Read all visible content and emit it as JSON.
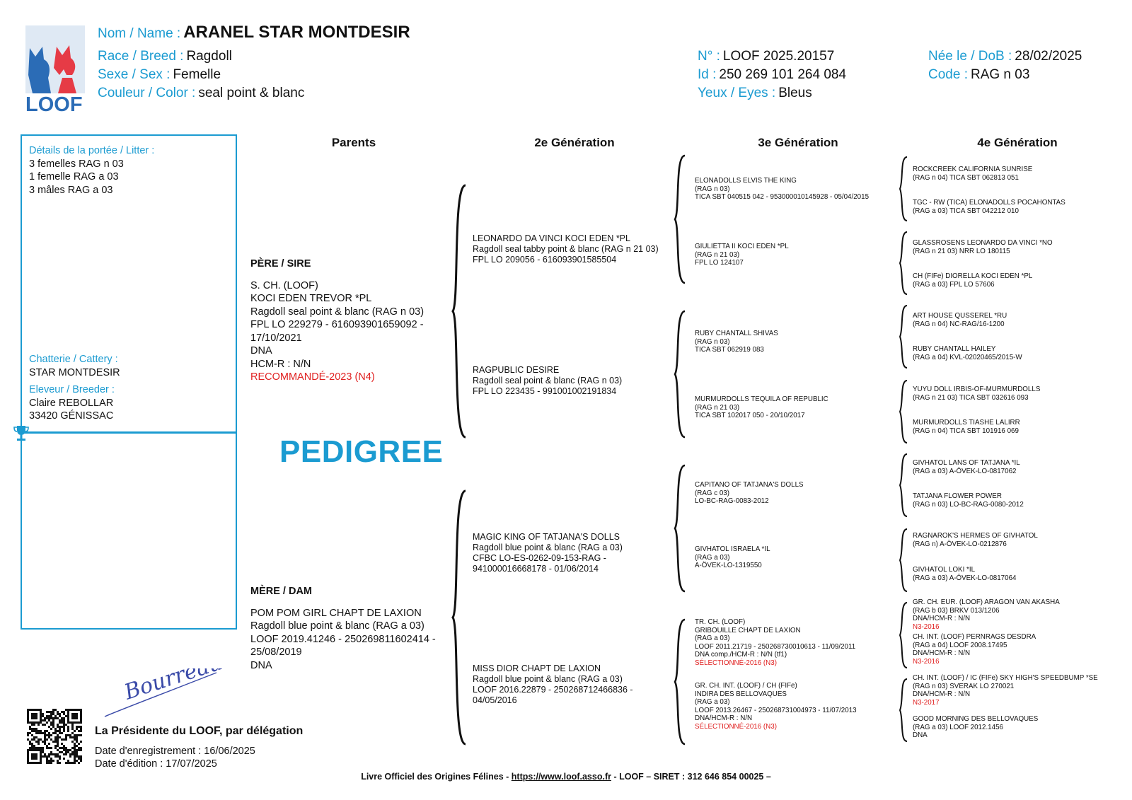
{
  "header": {
    "logo_text": "LOOF",
    "name": {
      "label": "Nom / Name :",
      "value": "ARANEL STAR MONTDESIR"
    },
    "breed": {
      "label": "Race / Breed :",
      "value": "Ragdoll"
    },
    "sex": {
      "label": "Sexe / Sex :",
      "value": "Femelle"
    },
    "color": {
      "label": "Couleur / Color :",
      "value": "seal point & blanc"
    },
    "number": {
      "label": "N° :",
      "value": "LOOF 2025.20157"
    },
    "id": {
      "label": "Id :",
      "value": "250 269 101 264 084"
    },
    "eyes": {
      "label": "Yeux / Eyes :",
      "value": "Bleus"
    },
    "dob": {
      "label": "Née le / DoB :",
      "value": "28/02/2025"
    },
    "code": {
      "label": "Code :",
      "value": "RAG n 03"
    }
  },
  "litter": {
    "label": "Détails de la portée / Litter :",
    "lines": [
      "3 femelles RAG n 03",
      "1 femelle RAG a 03",
      "3 mâles RAG a 03"
    ],
    "cattery_label": "Chatterie / Cattery :",
    "cattery": "STAR MONTDESIR",
    "breeder_label": "Eleveur / Breeder :",
    "breeder_name": "Claire REBOLLAR",
    "breeder_city": "33420 GÉNISSAC"
  },
  "columns": {
    "parents": "Parents",
    "gen2": "2e Génération",
    "gen3": "3e Génération",
    "gen4": "4e Génération"
  },
  "sire": {
    "title": "PÈRE / SIRE",
    "lines": [
      "S. CH. (LOOF)",
      "KOCI EDEN TREVOR *PL",
      "Ragdoll  seal point & blanc  (RAG n 03)",
      "FPL LO 229279 - 616093901659092 -",
      "17/10/2021",
      "DNA",
      "HCM-R : N/N"
    ],
    "award": "RECOMMANDÉ-2023 (N4)"
  },
  "dam": {
    "title": "MÈRE / DAM",
    "lines": [
      "POM POM GIRL CHAPT DE LAXION",
      "Ragdoll  blue point & blanc  (RAG a 03)",
      "LOOF 2019.41246 - 250269811602414 -",
      "25/08/2019",
      "DNA"
    ]
  },
  "pedigree_title": "PEDIGREE",
  "gen2": [
    [
      "LEONARDO DA VINCI KOCI EDEN *PL",
      "Ragdoll  seal tabby point & blanc  (RAG n 21 03)",
      "FPL LO 209056 - 616093901585504"
    ],
    [
      "RAGPUBLIC DESIRE",
      "Ragdoll  seal point & blanc  (RAG n 03)",
      "FPL LO 223435 - 991001002191834"
    ],
    [
      "MAGIC KING OF TATJANA'S DOLLS",
      "Ragdoll  blue point & blanc  (RAG a 03)",
      "CFBC LO-ES-0262-09-153-RAG -",
      "941000016668178 - 01/06/2014"
    ],
    [
      "MISS DIOR CHAPT DE LAXION",
      "Ragdoll  blue point & blanc  (RAG a 03)",
      "LOOF 2016.22879 - 250268712466836 -",
      "04/05/2016"
    ]
  ],
  "gen3": [
    {
      "lines": [
        "ELONADOLLS ELVIS THE KING",
        "(RAG n 03)",
        "TICA SBT 040515 042 - 953000010145928 - 05/04/2015"
      ]
    },
    {
      "lines": [
        "GIULIETTA II KOCI EDEN *PL",
        "(RAG n 21 03)",
        "FPL LO 124107"
      ]
    },
    {
      "lines": [
        "RUBY CHANTALL SHIVAS",
        "(RAG n 03)",
        "TICA SBT 062919 083"
      ]
    },
    {
      "lines": [
        "MURMURDOLLS TEQUILA OF REPUBLIC",
        "(RAG n 21 03)",
        "TICA SBT 102017 050 - 20/10/2017"
      ]
    },
    {
      "lines": [
        "CAPITANO OF TATJANA'S DOLLS",
        "(RAG c 03)",
        "LO-BC-RAG-0083-2012"
      ]
    },
    {
      "lines": [
        "GIVHATOL ISRAELA *IL",
        "(RAG a 03)",
        "A-ÖVEK-LO-1319550"
      ]
    },
    {
      "lines": [
        "TR. CH. (LOOF)",
        "GRIBOUILLE CHAPT DE LAXION",
        "(RAG a 03)",
        "LOOF 2011.21719 - 250268730010613 - 11/09/2011",
        "DNA comp./HCM-R : N/N (tf1)"
      ],
      "award": "SÉLECTIONNÉ-2016 (N3)"
    },
    {
      "lines": [
        "GR. CH. INT. (LOOF) / CH (FIFe)",
        "INDIRA DES BELLOVAQUES",
        "(RAG a 03)",
        "LOOF 2013.26467 - 250268731004973 - 11/07/2013",
        "DNA/HCM-R : N/N"
      ],
      "award": "SÉLECTIONNÉ-2016 (N3)"
    }
  ],
  "gen4": [
    {
      "lines": [
        "ROCKCREEK CALIFORNIA SUNRISE",
        "(RAG n 04)  TICA SBT 062813 051"
      ]
    },
    {
      "lines": [
        "TGC - RW (TICA) ELONADOLLS POCAHONTAS",
        "(RAG a 03)  TICA SBT 042212 010"
      ]
    },
    {
      "lines": [
        "GLASSROSENS LEONARDO DA VINCI *NO",
        "(RAG n 21 03)  NRR LO 180115"
      ]
    },
    {
      "lines": [
        "CH (FIFe) DIORELLA KOCI EDEN *PL",
        "(RAG a 03)  FPL LO 57606"
      ]
    },
    {
      "lines": [
        "ART HOUSE QUSSEREL *RU",
        "(RAG n 04)  NC-RAG/16-1200"
      ]
    },
    {
      "lines": [
        "RUBY CHANTALL HAILEY",
        "(RAG a 04)  KVL-02020465/2015-W"
      ]
    },
    {
      "lines": [
        "YUYU DOLL IRBIS-OF-MURMURDOLLS",
        "(RAG n 21 03)  TICA SBT 032616 093"
      ]
    },
    {
      "lines": [
        "MURMURDOLLS TIASHE LALIRR",
        "(RAG n 04)  TICA SBT 101916 069"
      ]
    },
    {
      "lines": [
        "GIVHATOL LANS OF TATJANA *IL",
        "(RAG a 03)  A-ÖVEK-LO-0817062"
      ]
    },
    {
      "lines": [
        "TATJANA FLOWER POWER",
        "(RAG n 03)  LO-BC-RAG-0080-2012"
      ]
    },
    {
      "lines": [
        "RAGNAROK'S HERMES OF GIVHATOL",
        "(RAG n)  A-ÖVEK-LO-0212876"
      ]
    },
    {
      "lines": [
        "GIVHATOL LOKI *IL",
        "(RAG a 03)  A-ÖVEK-LO-0817064"
      ]
    },
    {
      "lines": [
        "GR. CH. EUR. (LOOF) ARAGON VAN AKASHA",
        "(RAG b 03)  BRKV 013/1206",
        "DNA/HCM-R : N/N"
      ],
      "award": "N3-2016"
    },
    {
      "lines": [
        "CH. INT. (LOOF) PERNRAGS DESDRA",
        "(RAG a 04)  LOOF 2008.17495",
        "DNA/HCM-R : N/N"
      ],
      "award": "N3-2016"
    },
    {
      "lines": [
        "CH. INT. (LOOF) / IC (FIFe) SKY HIGH'S SPEEDBUMP *SE",
        "(RAG n 03)  SVERAK LO 270021",
        "DNA/HCM-R : N/N"
      ],
      "award": "N3-2017"
    },
    {
      "lines": [
        "GOOD MORNING DES BELLOVAQUES",
        "(RAG a 03)  LOOF 2012.1456",
        "DNA"
      ]
    }
  ],
  "signature": {
    "signature_text": "Bourreau",
    "title": "La Présidente du LOOF, par délégation",
    "registration": "Date d'enregistrement : 16/06/2025",
    "edition": "Date d'édition : 17/07/2025"
  },
  "footer": {
    "prefix": "Livre Officiel des Origines Félines - ",
    "link": "https://www.loof.asso.fr",
    "suffix": " - LOOF – SIRET : 312 646 854 00025 –"
  },
  "colors": {
    "accent": "#1b9bd1",
    "award": "#e02020",
    "logo_red": "#e63b46",
    "logo_blue": "#2b6cb6"
  }
}
